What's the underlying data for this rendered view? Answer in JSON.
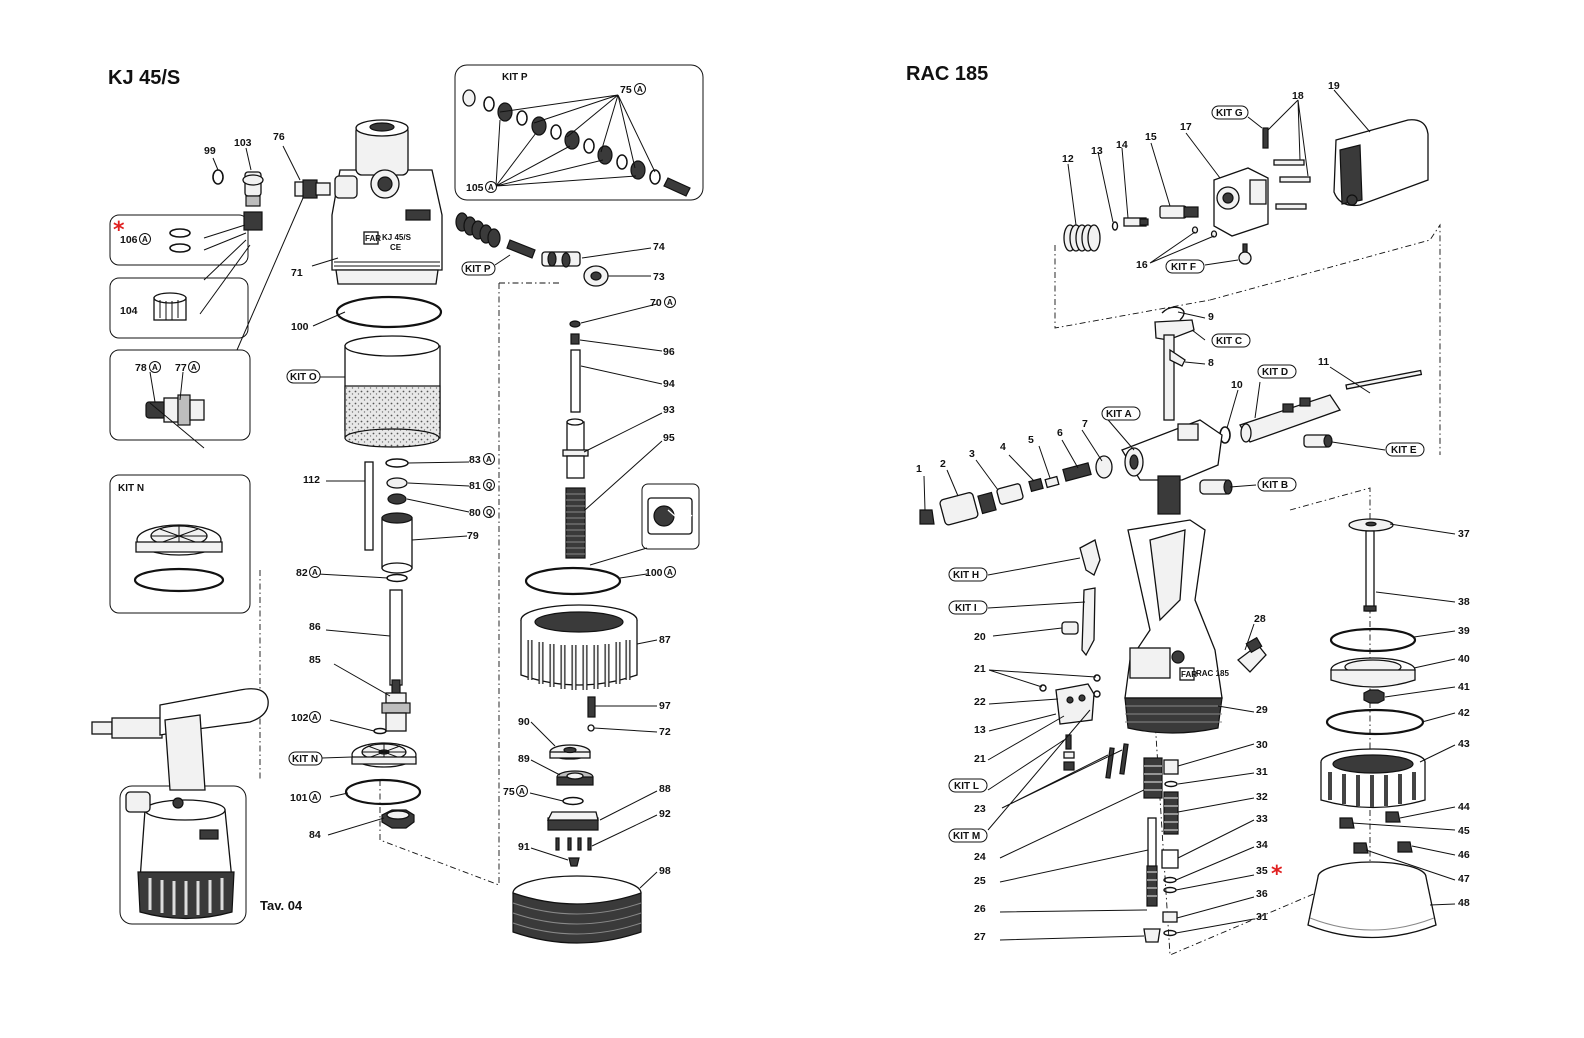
{
  "left_title": "KJ 45/S",
  "right_title": "RAC 185",
  "table_label": "Tav. 04",
  "kits": {
    "kit_p_box": "KIT P",
    "kit_p": "KIT P",
    "kit_o": "KIT O",
    "kit_n_box": "KIT N",
    "kit_n": "KIT N",
    "kit_g": "KIT G",
    "kit_f": "KIT F",
    "kit_c": "KIT C",
    "kit_d": "KIT D",
    "kit_a": "KIT A",
    "kit_e": "KIT E",
    "kit_b": "KIT B",
    "kit_h": "KIT H",
    "kit_i": "KIT I",
    "kit_l": "KIT L",
    "kit_m": "KIT M"
  },
  "circle_marks": {
    "a": "A",
    "q": "Q"
  },
  "asterisk": "*",
  "left_labels": {
    "p99": "99",
    "p103": "103",
    "p76": "76",
    "p106": "106",
    "p104": "104",
    "p78": "78",
    "p77": "77",
    "p71": "71",
    "p100": "100",
    "p112": "112",
    "p82": "82",
    "p86": "86",
    "p85": "85",
    "p102": "102",
    "p101": "101",
    "p84": "84",
    "p75box": "75",
    "p105": "105",
    "p74": "74",
    "p73": "73",
    "p70": "70",
    "p96": "96",
    "p94": "94",
    "p93": "93",
    "p95": "95",
    "p83": "83",
    "p81": "81",
    "p80": "80",
    "p79": "79",
    "p100b": "100",
    "p87": "87",
    "p97": "97",
    "p90": "90",
    "p72": "72",
    "p89": "89",
    "p75": "75",
    "p88": "88",
    "p92": "92",
    "p91": "91",
    "p98": "98"
  },
  "right_labels": {
    "p12": "12",
    "p13a": "13",
    "p14": "14",
    "p15": "15",
    "p17": "17",
    "p18": "18",
    "p19": "19",
    "p16": "16",
    "p9": "9",
    "p8": "8",
    "p10": "10",
    "p11": "11",
    "p1": "1",
    "p2": "2",
    "p3": "3",
    "p4": "4",
    "p5": "5",
    "p6": "6",
    "p7": "7",
    "p28": "28",
    "p20": "20",
    "p21a": "21",
    "p22": "22",
    "p13b": "13",
    "p21b": "21",
    "p23": "23",
    "p24": "24",
    "p25": "25",
    "p26": "26",
    "p27": "27",
    "p29": "29",
    "p30": "30",
    "p31a": "31",
    "p32": "32",
    "p33": "33",
    "p34": "34",
    "p35": "35",
    "p36": "36",
    "p31b": "31",
    "p37": "37",
    "p38": "38",
    "p39": "39",
    "p40": "40",
    "p41": "41",
    "p42": "42",
    "p43": "43",
    "p44": "44",
    "p45": "45",
    "p46": "46",
    "p47": "47",
    "p48": "48"
  },
  "housing_text": {
    "brand": "FAR",
    "model_left": "KJ 45/S",
    "ce": "CE",
    "model_right": "RAC 185"
  }
}
